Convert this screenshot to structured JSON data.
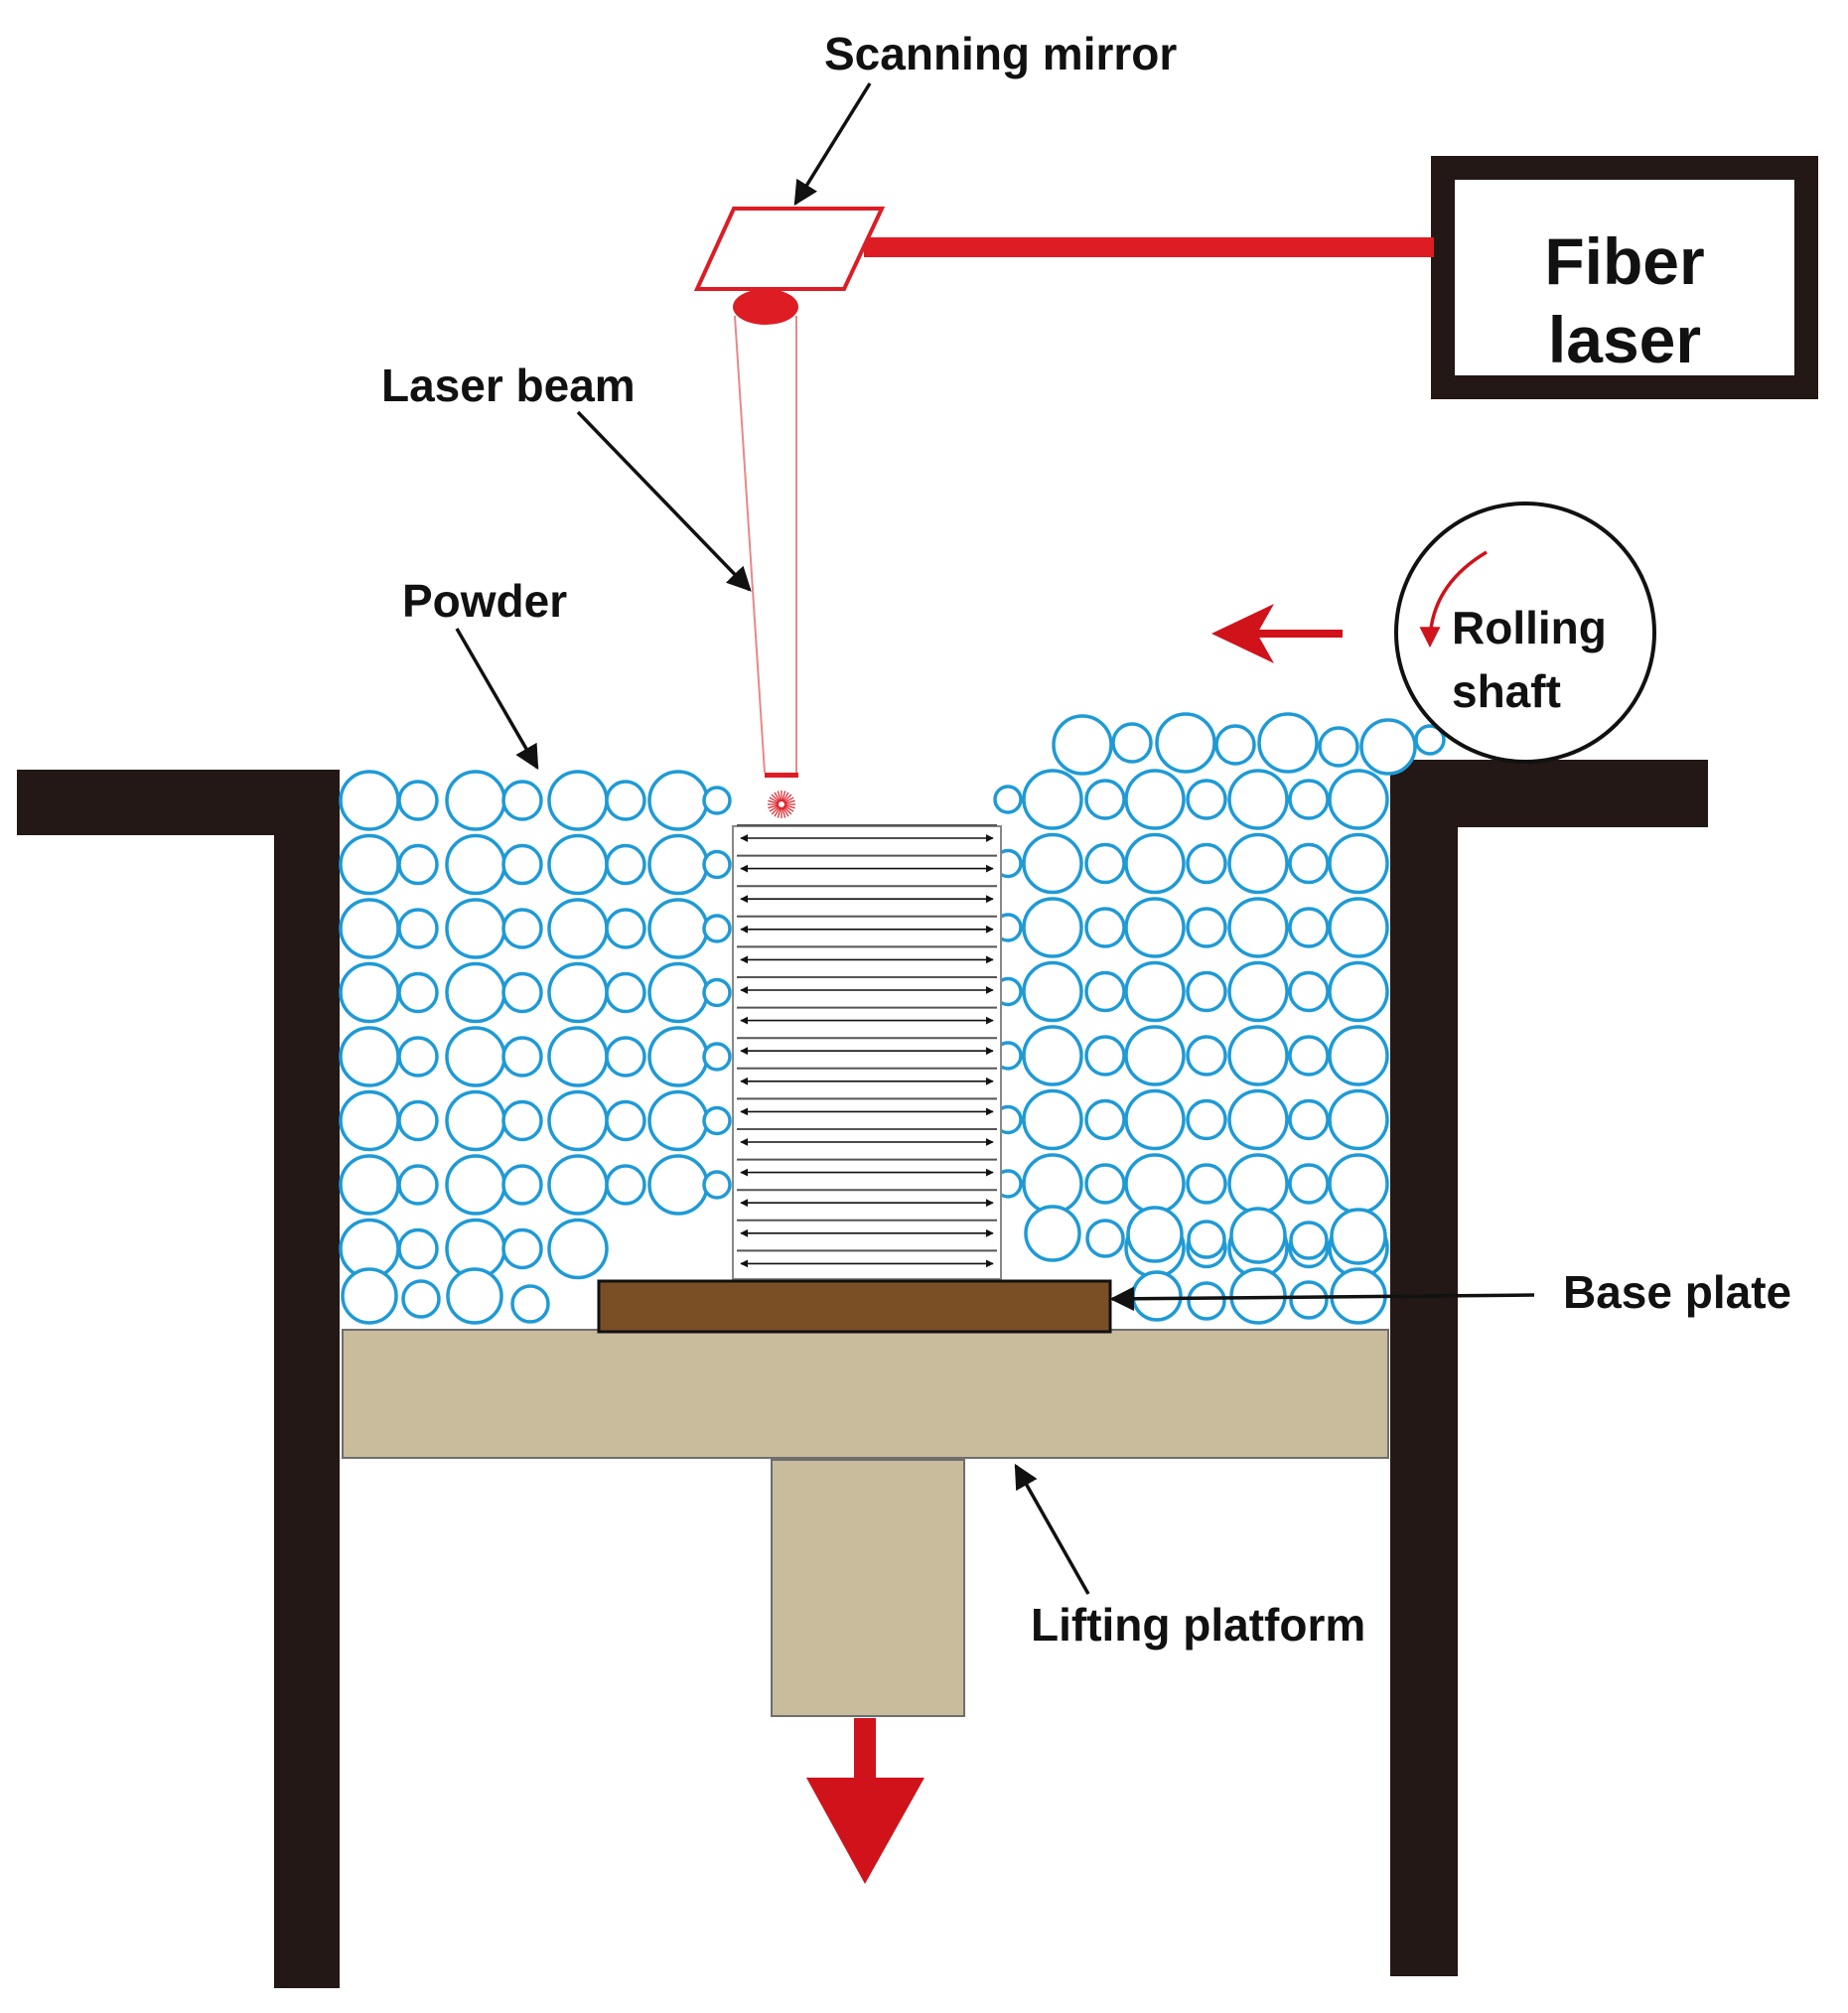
{
  "labels": {
    "scanning_mirror": "Scanning mirror",
    "fiber_laser_line1": "Fiber",
    "fiber_laser_line2": "laser",
    "laser_beam": "Laser beam",
    "powder": "Powder",
    "rolling_shaft_line1": "Rolling",
    "rolling_shaft_line2": "shaft",
    "base_plate": "Base plate",
    "lifting_platform": "Lifting platform"
  },
  "colors": {
    "laser_red": "#dd1c24",
    "powder_blue": "#1e9ad6",
    "chamber_wall": "#231815",
    "platform_tan": "#c9bc9c",
    "base_plate_brown": "#7b4f26",
    "direction_arrow": "#d0121b"
  },
  "icons": {
    "roller_rotation": "curved-arrow-icon",
    "roller_travel": "left-arrow-icon",
    "platform_motion": "down-arrow-icon"
  }
}
